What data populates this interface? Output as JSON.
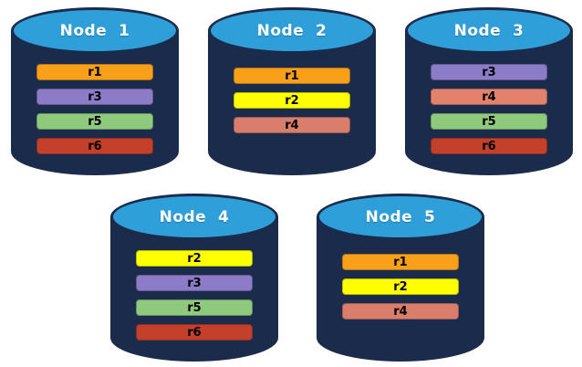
{
  "palette": {
    "cyl-body": "#1B2B4B",
    "cyl-top": "#2E9FD8"
  },
  "replica_colors": {
    "r1": "#F9A01B",
    "r2": "#FFFF00",
    "r3": "#8C7CC8",
    "r4": "#D97E6C",
    "r5": "#8FC97E",
    "r6": "#C4402A"
  },
  "nodes": [
    {
      "title": "Node  1",
      "replicas": [
        {
          "label": "r1",
          "color": "#F9A01B"
        },
        {
          "label": "r3",
          "color": "#8C7CC8"
        },
        {
          "label": "r5",
          "color": "#8FC97E"
        },
        {
          "label": "r6",
          "color": "#C4402A"
        }
      ]
    },
    {
      "title": "Node  2",
      "replicas": [
        {
          "label": "r1",
          "color": "#F9A01B"
        },
        {
          "label": "r2",
          "color": "#FFFF00"
        },
        {
          "label": "r4",
          "color": "#D97E6C"
        }
      ]
    },
    {
      "title": "Node  3",
      "replicas": [
        {
          "label": "r3",
          "color": "#8C7CC8"
        },
        {
          "label": "r4",
          "color": "#E2816C"
        },
        {
          "label": "r5",
          "color": "#8FC97E"
        },
        {
          "label": "r6",
          "color": "#C4402A"
        }
      ]
    },
    {
      "title": "Node  4",
      "replicas": [
        {
          "label": "r2",
          "color": "#FFFF00"
        },
        {
          "label": "r3",
          "color": "#8C7CC8"
        },
        {
          "label": "r5",
          "color": "#8FC97E"
        },
        {
          "label": "r6",
          "color": "#C4402A"
        }
      ]
    },
    {
      "title": "Node  5",
      "replicas": [
        {
          "label": "r1",
          "color": "#F9A01B"
        },
        {
          "label": "r2",
          "color": "#FFFF00"
        },
        {
          "label": "r4",
          "color": "#D97E6C"
        }
      ]
    }
  ]
}
